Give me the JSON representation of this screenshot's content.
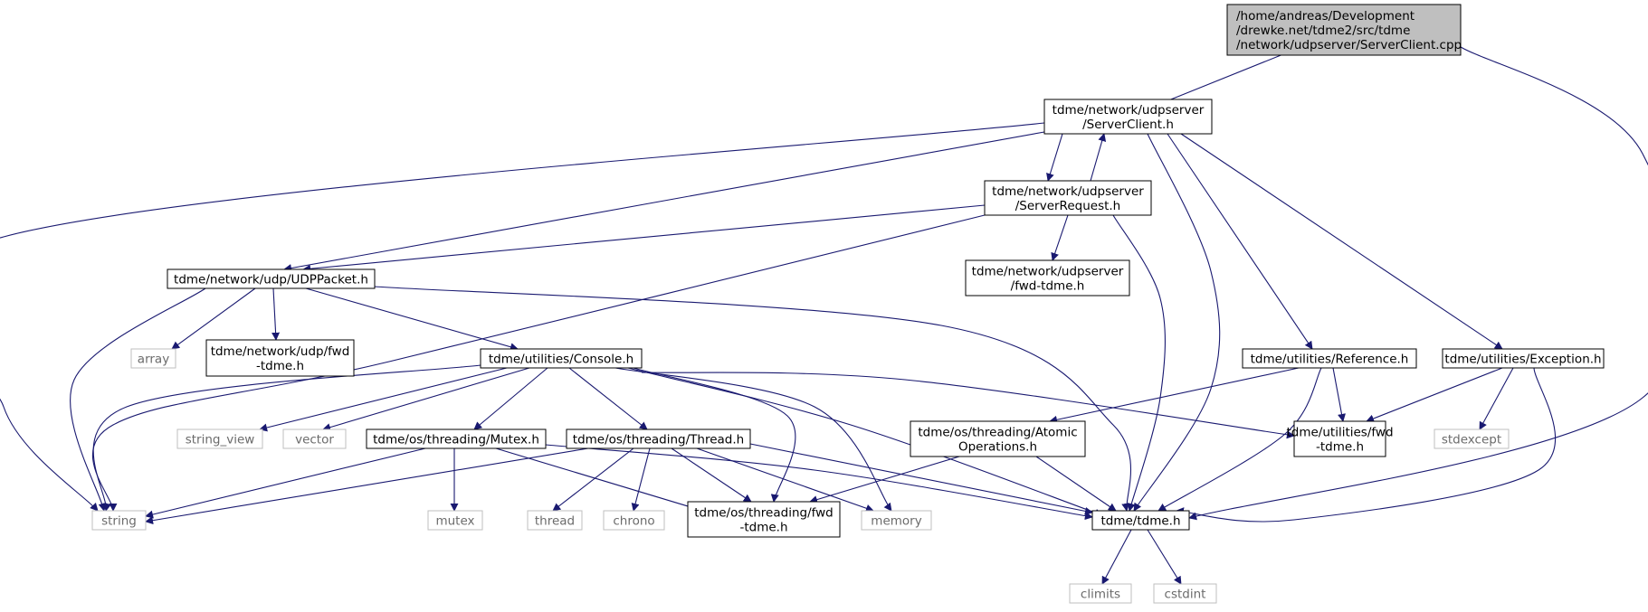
{
  "graph": {
    "colors": {
      "edge": "#191970",
      "node_border": "#000000",
      "sys_border": "#bfbfbf",
      "root_fill": "#bfbfbf",
      "node_fill": "#ffffff"
    },
    "nodes": [
      {
        "id": "root",
        "lines": [
          "/home/andreas/Development",
          "/drewke.net/tdme2/src/tdme",
          "/network/udpserver/ServerClient.cpp"
        ],
        "kind": "root"
      },
      {
        "id": "serverclient_h",
        "lines": [
          "tdme/network/udpserver",
          "/ServerClient.h"
        ],
        "kind": "header"
      },
      {
        "id": "serverrequest_h",
        "lines": [
          "tdme/network/udpserver",
          "/ServerRequest.h"
        ],
        "kind": "header"
      },
      {
        "id": "udppacket_h",
        "lines": [
          "tdme/network/udp/UDPPacket.h"
        ],
        "kind": "header"
      },
      {
        "id": "udpserver_fwd",
        "lines": [
          "tdme/network/udpserver",
          "/fwd-tdme.h"
        ],
        "kind": "header"
      },
      {
        "id": "array",
        "lines": [
          "array"
        ],
        "kind": "system"
      },
      {
        "id": "udp_fwd",
        "lines": [
          "tdme/network/udp/fwd",
          "-tdme.h"
        ],
        "kind": "header"
      },
      {
        "id": "console_h",
        "lines": [
          "tdme/utilities/Console.h"
        ],
        "kind": "header"
      },
      {
        "id": "reference_h",
        "lines": [
          "tdme/utilities/Reference.h"
        ],
        "kind": "header"
      },
      {
        "id": "exception_h",
        "lines": [
          "tdme/utilities/Exception.h"
        ],
        "kind": "header"
      },
      {
        "id": "string_view",
        "lines": [
          "string_view"
        ],
        "kind": "system"
      },
      {
        "id": "vector",
        "lines": [
          "vector"
        ],
        "kind": "system"
      },
      {
        "id": "mutex_h",
        "lines": [
          "tdme/os/threading/Mutex.h"
        ],
        "kind": "header"
      },
      {
        "id": "thread_h",
        "lines": [
          "tdme/os/threading/Thread.h"
        ],
        "kind": "header"
      },
      {
        "id": "atomic_h",
        "lines": [
          "tdme/os/threading/Atomic",
          "Operations.h"
        ],
        "kind": "header"
      },
      {
        "id": "utilities_fwd",
        "lines": [
          "tdme/utilities/fwd",
          "-tdme.h"
        ],
        "kind": "header"
      },
      {
        "id": "stdexcept",
        "lines": [
          "stdexcept"
        ],
        "kind": "system"
      },
      {
        "id": "string",
        "lines": [
          "string"
        ],
        "kind": "system"
      },
      {
        "id": "mutex",
        "lines": [
          "mutex"
        ],
        "kind": "system"
      },
      {
        "id": "thread",
        "lines": [
          "thread"
        ],
        "kind": "system"
      },
      {
        "id": "chrono",
        "lines": [
          "chrono"
        ],
        "kind": "system"
      },
      {
        "id": "threading_fwd",
        "lines": [
          "tdme/os/threading/fwd",
          "-tdme.h"
        ],
        "kind": "header"
      },
      {
        "id": "memory",
        "lines": [
          "memory"
        ],
        "kind": "system"
      },
      {
        "id": "tdme_h",
        "lines": [
          "tdme/tdme.h"
        ],
        "kind": "header"
      },
      {
        "id": "climits",
        "lines": [
          "climits"
        ],
        "kind": "system"
      },
      {
        "id": "cstdint",
        "lines": [
          "cstdint"
        ],
        "kind": "system"
      }
    ],
    "edges": [
      {
        "from": "root",
        "to": "serverclient_h"
      },
      {
        "from": "root",
        "to": "tdme_h"
      },
      {
        "from": "serverclient_h",
        "to": "string"
      },
      {
        "from": "serverclient_h",
        "to": "udppacket_h"
      },
      {
        "from": "serverclient_h",
        "to": "serverrequest_h"
      },
      {
        "from": "serverclient_h",
        "to": "tdme_h"
      },
      {
        "from": "serverclient_h",
        "to": "reference_h"
      },
      {
        "from": "serverclient_h",
        "to": "exception_h"
      },
      {
        "from": "serverrequest_h",
        "to": "serverclient_h"
      },
      {
        "from": "serverrequest_h",
        "to": "udppacket_h"
      },
      {
        "from": "serverrequest_h",
        "to": "string"
      },
      {
        "from": "serverrequest_h",
        "to": "udpserver_fwd"
      },
      {
        "from": "serverrequest_h",
        "to": "tdme_h"
      },
      {
        "from": "udppacket_h",
        "to": "string"
      },
      {
        "from": "udppacket_h",
        "to": "array"
      },
      {
        "from": "udppacket_h",
        "to": "udp_fwd"
      },
      {
        "from": "udppacket_h",
        "to": "console_h"
      },
      {
        "from": "udppacket_h",
        "to": "tdme_h"
      },
      {
        "from": "console_h",
        "to": "string"
      },
      {
        "from": "console_h",
        "to": "string_view"
      },
      {
        "from": "console_h",
        "to": "vector"
      },
      {
        "from": "console_h",
        "to": "mutex_h"
      },
      {
        "from": "console_h",
        "to": "thread_h"
      },
      {
        "from": "console_h",
        "to": "threading_fwd"
      },
      {
        "from": "console_h",
        "to": "memory"
      },
      {
        "from": "console_h",
        "to": "tdme_h"
      },
      {
        "from": "console_h",
        "to": "utilities_fwd"
      },
      {
        "from": "reference_h",
        "to": "atomic_h"
      },
      {
        "from": "reference_h",
        "to": "utilities_fwd"
      },
      {
        "from": "reference_h",
        "to": "tdme_h"
      },
      {
        "from": "exception_h",
        "to": "utilities_fwd"
      },
      {
        "from": "exception_h",
        "to": "stdexcept"
      },
      {
        "from": "exception_h",
        "to": "tdme_h"
      },
      {
        "from": "mutex_h",
        "to": "string"
      },
      {
        "from": "mutex_h",
        "to": "mutex"
      },
      {
        "from": "mutex_h",
        "to": "threading_fwd"
      },
      {
        "from": "mutex_h",
        "to": "tdme_h"
      },
      {
        "from": "thread_h",
        "to": "string"
      },
      {
        "from": "thread_h",
        "to": "thread"
      },
      {
        "from": "thread_h",
        "to": "chrono"
      },
      {
        "from": "thread_h",
        "to": "threading_fwd"
      },
      {
        "from": "thread_h",
        "to": "memory"
      },
      {
        "from": "thread_h",
        "to": "tdme_h"
      },
      {
        "from": "atomic_h",
        "to": "threading_fwd"
      },
      {
        "from": "atomic_h",
        "to": "tdme_h"
      },
      {
        "from": "tdme_h",
        "to": "climits"
      },
      {
        "from": "tdme_h",
        "to": "cstdint"
      }
    ]
  }
}
